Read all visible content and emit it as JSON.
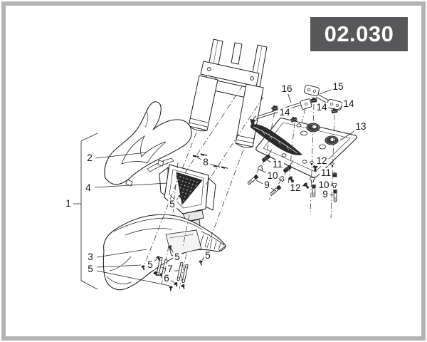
{
  "frame": {
    "border_color": "#b3b3b3",
    "background_color": "#ffffff"
  },
  "code_box": {
    "text": "02.030",
    "background": "#58585a",
    "text_color": "#ffffff"
  },
  "diagram": {
    "line_color": "#222222",
    "center_line_color": "#3f3f3f",
    "dark_part_color": "#2d2d2d"
  },
  "callouts": [
    {
      "label": "1"
    },
    {
      "label": "2"
    },
    {
      "label": "3"
    },
    {
      "label": "4"
    },
    {
      "label": "5"
    },
    {
      "label": "5"
    },
    {
      "label": "5"
    },
    {
      "label": "5"
    },
    {
      "label": "5"
    },
    {
      "label": "6"
    },
    {
      "label": "7"
    },
    {
      "label": "8"
    },
    {
      "label": "9"
    },
    {
      "label": "9"
    },
    {
      "label": "10"
    },
    {
      "label": "10"
    },
    {
      "label": "11"
    },
    {
      "label": "11"
    },
    {
      "label": "12"
    },
    {
      "label": "12"
    },
    {
      "label": "13"
    },
    {
      "label": "14"
    },
    {
      "label": "14"
    },
    {
      "label": "14"
    },
    {
      "label": "15"
    },
    {
      "label": "16"
    }
  ]
}
